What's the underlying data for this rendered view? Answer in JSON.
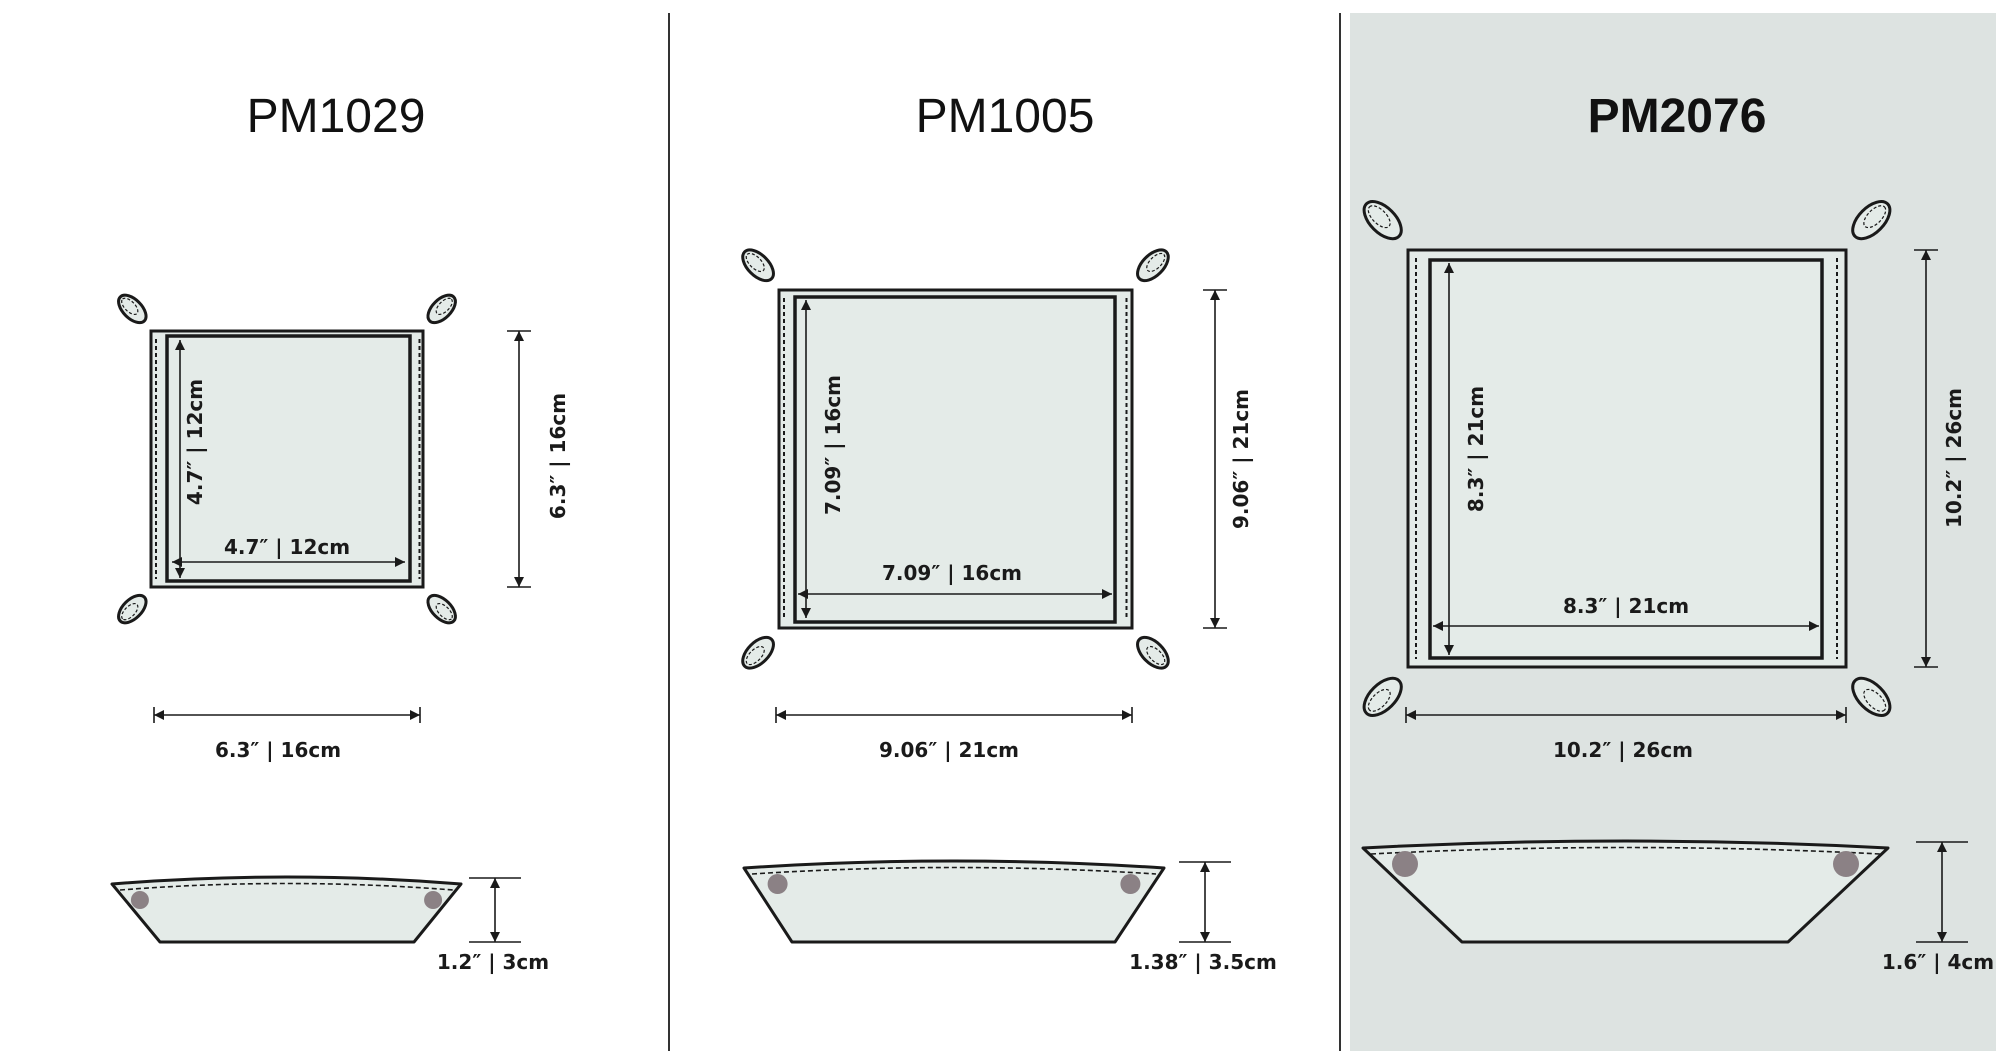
{
  "colors": {
    "highlight_panel": "#dde3e1",
    "tray_fill": "#e4ebe8",
    "snap": "#8b8185",
    "line": "#1a1a1a"
  },
  "products": [
    {
      "model": "PM1029",
      "highlighted": false,
      "inner_width": "4.7″ | 12cm",
      "inner_length": "4.7″ | 12cm",
      "outer_width": "6.3″ | 16cm",
      "outer_length": "6.3″ | 16cm",
      "height": "1.2″ | 3cm"
    },
    {
      "model": "PM1005",
      "highlighted": false,
      "inner_width": "7.09″ | 16cm",
      "inner_length": "7.09″ | 16cm",
      "outer_width": "9.06″ | 21cm",
      "outer_length": "9.06″ | 21cm",
      "height": "1.38″ | 3.5cm"
    },
    {
      "model": "PM2076",
      "highlighted": true,
      "inner_width": "8.3″ | 21cm",
      "inner_length": "8.3″ | 21cm",
      "outer_width": "10.2″ | 26cm",
      "outer_length": "10.2″ | 26cm",
      "height": "1.6″ | 4cm"
    }
  ]
}
